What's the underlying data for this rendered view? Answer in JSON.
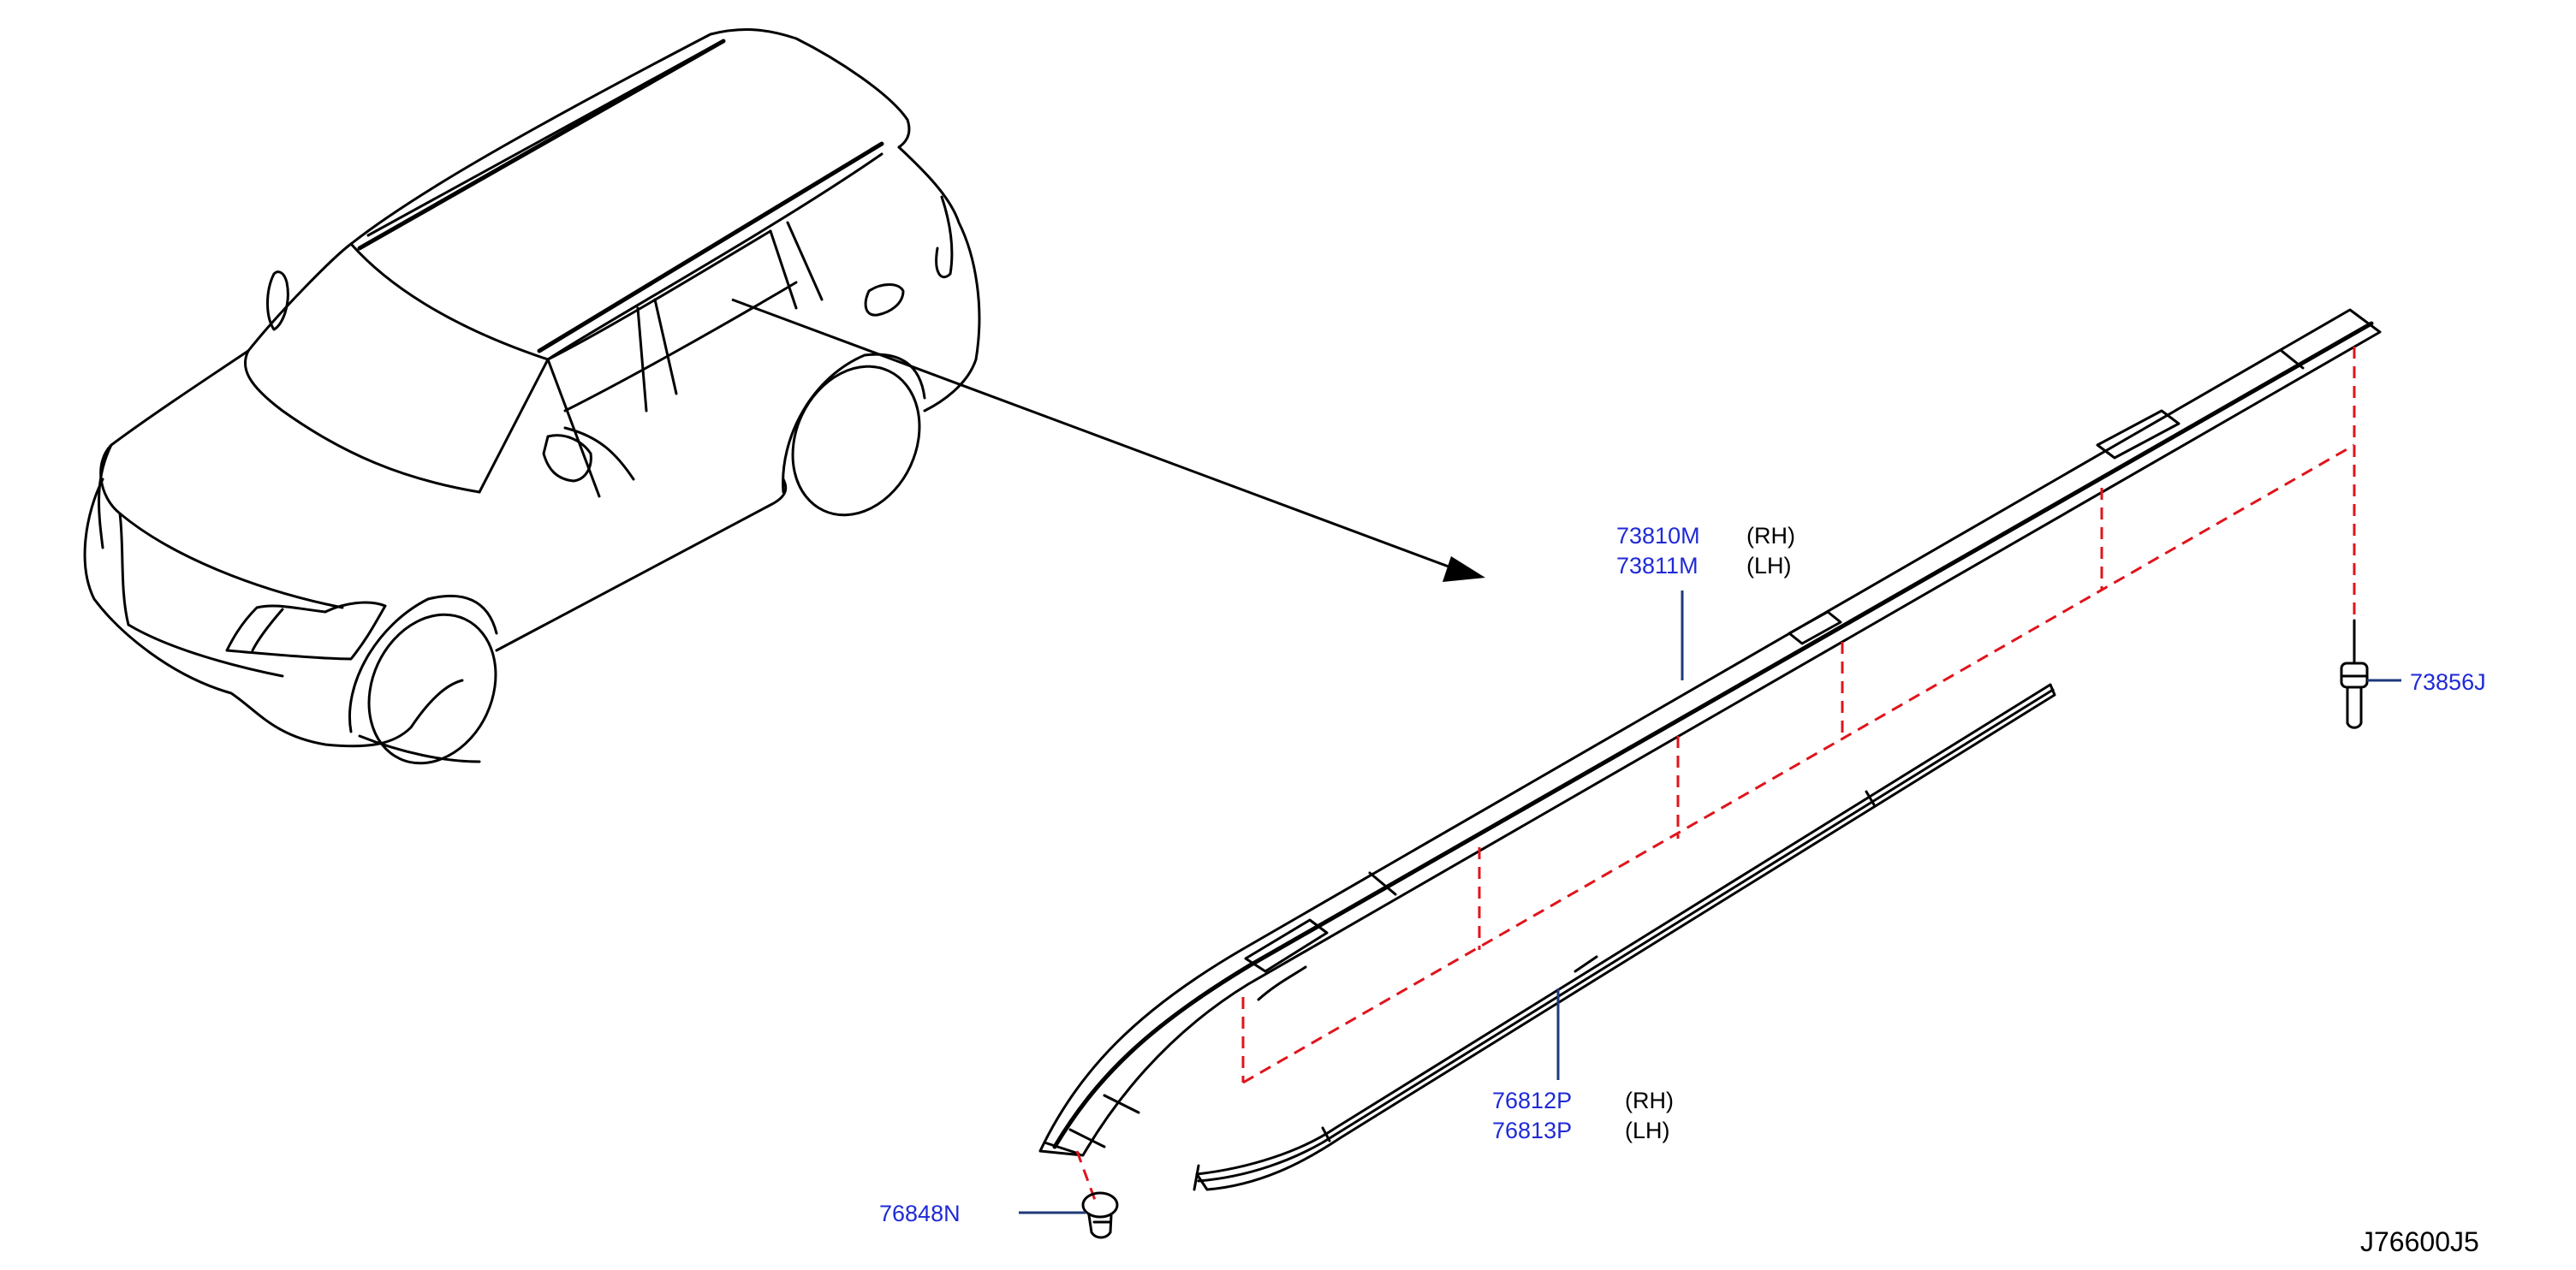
{
  "diagram_code": "J76600J5",
  "callouts": {
    "roof_rail": {
      "parts": [
        {
          "number": "73810M",
          "side": "(RH)"
        },
        {
          "number": "73811M",
          "side": "(LH)"
        }
      ]
    },
    "drip_molding": {
      "parts": [
        {
          "number": "76812P",
          "side": "(RH)"
        },
        {
          "number": "76813P",
          "side": "(LH)"
        }
      ]
    },
    "clip": {
      "number": "76848N"
    },
    "stud": {
      "number": "73856J"
    }
  },
  "colors": {
    "part_number": "#1f2ad6",
    "leader": "#1e3a78",
    "hidden_line": "#e0141b",
    "outline": "#000000"
  }
}
